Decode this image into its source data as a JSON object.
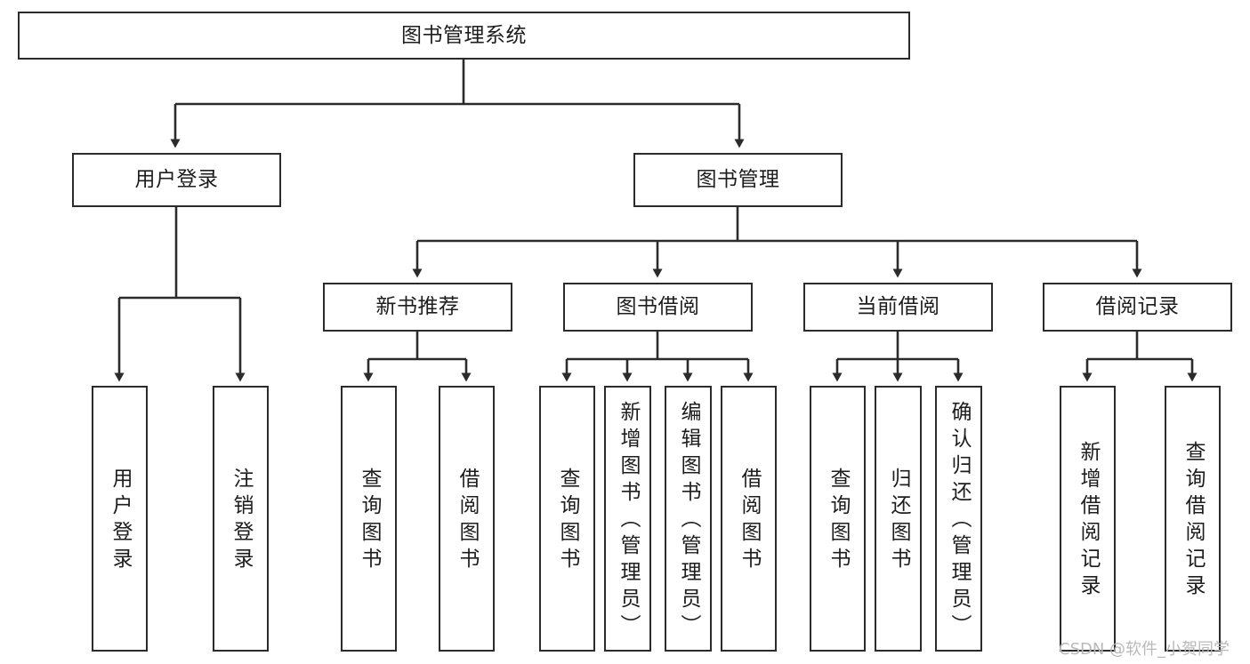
{
  "diagram": {
    "title": "图书管理系统",
    "type": "functional-hierarchy-tree",
    "orientation": "top-down",
    "stroke_color": "#2b2b2b",
    "text_color": "#1d1d1d",
    "background_color": "#ffffff",
    "levels": 4
  },
  "root": {
    "label": "图书管理系统"
  },
  "level2": [
    {
      "label": "用户登录"
    },
    {
      "label": "图书管理"
    }
  ],
  "level3": [
    {
      "label": "新书推荐"
    },
    {
      "label": "图书借阅"
    },
    {
      "label": "当前借阅"
    },
    {
      "label": "借阅记录"
    }
  ],
  "leaves": {
    "user_login": [
      {
        "label": "用户登录"
      },
      {
        "label": "注销登录"
      }
    ],
    "new_book_recommend": [
      {
        "label": "查询图书"
      },
      {
        "label": "借阅图书"
      }
    ],
    "book_borrow": [
      {
        "label": "查询图书"
      },
      {
        "label": "新增图书（管理员）"
      },
      {
        "label": "编辑图书（管理员）"
      },
      {
        "label": "借阅图书"
      }
    ],
    "current_borrow": [
      {
        "label": "查询图书"
      },
      {
        "label": "归还图书"
      },
      {
        "label": "确认归还（管理员）"
      }
    ],
    "borrow_records": [
      {
        "label": "新增借阅记录"
      },
      {
        "label": "查询借阅记录"
      }
    ]
  },
  "watermark": {
    "text": "CSDN @软件_小贺同学"
  }
}
